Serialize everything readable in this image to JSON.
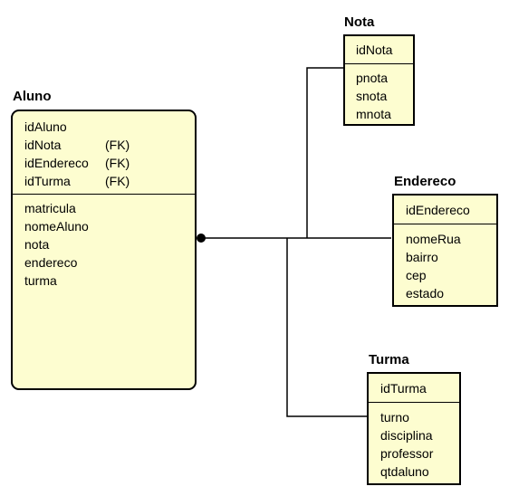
{
  "entities": {
    "aluno": {
      "name": "Aluno",
      "keys": [
        {
          "field": "idAluno",
          "tag": ""
        },
        {
          "field": "idNota",
          "tag": "(FK)"
        },
        {
          "field": "idEndereco",
          "tag": "(FK)"
        },
        {
          "field": "idTurma",
          "tag": "(FK)"
        }
      ],
      "attributes": [
        "matricula",
        "nomeAluno",
        "nota",
        "endereco",
        "turma"
      ]
    },
    "nota": {
      "name": "Nota",
      "keys": [
        "idNota"
      ],
      "attributes": [
        "pnota",
        "snota",
        "mnota"
      ]
    },
    "endereco": {
      "name": "Endereco",
      "keys": [
        "idEndereco"
      ],
      "attributes": [
        "nomeRua",
        "bairro",
        "cep",
        "estado"
      ]
    },
    "turma": {
      "name": "Turma",
      "keys": [
        "idTurma"
      ],
      "attributes": [
        "turno",
        "disciplina",
        "professor",
        "qtdaluno"
      ]
    }
  },
  "colors": {
    "entity_fill": "#fdfdd0",
    "line": "#000000"
  }
}
